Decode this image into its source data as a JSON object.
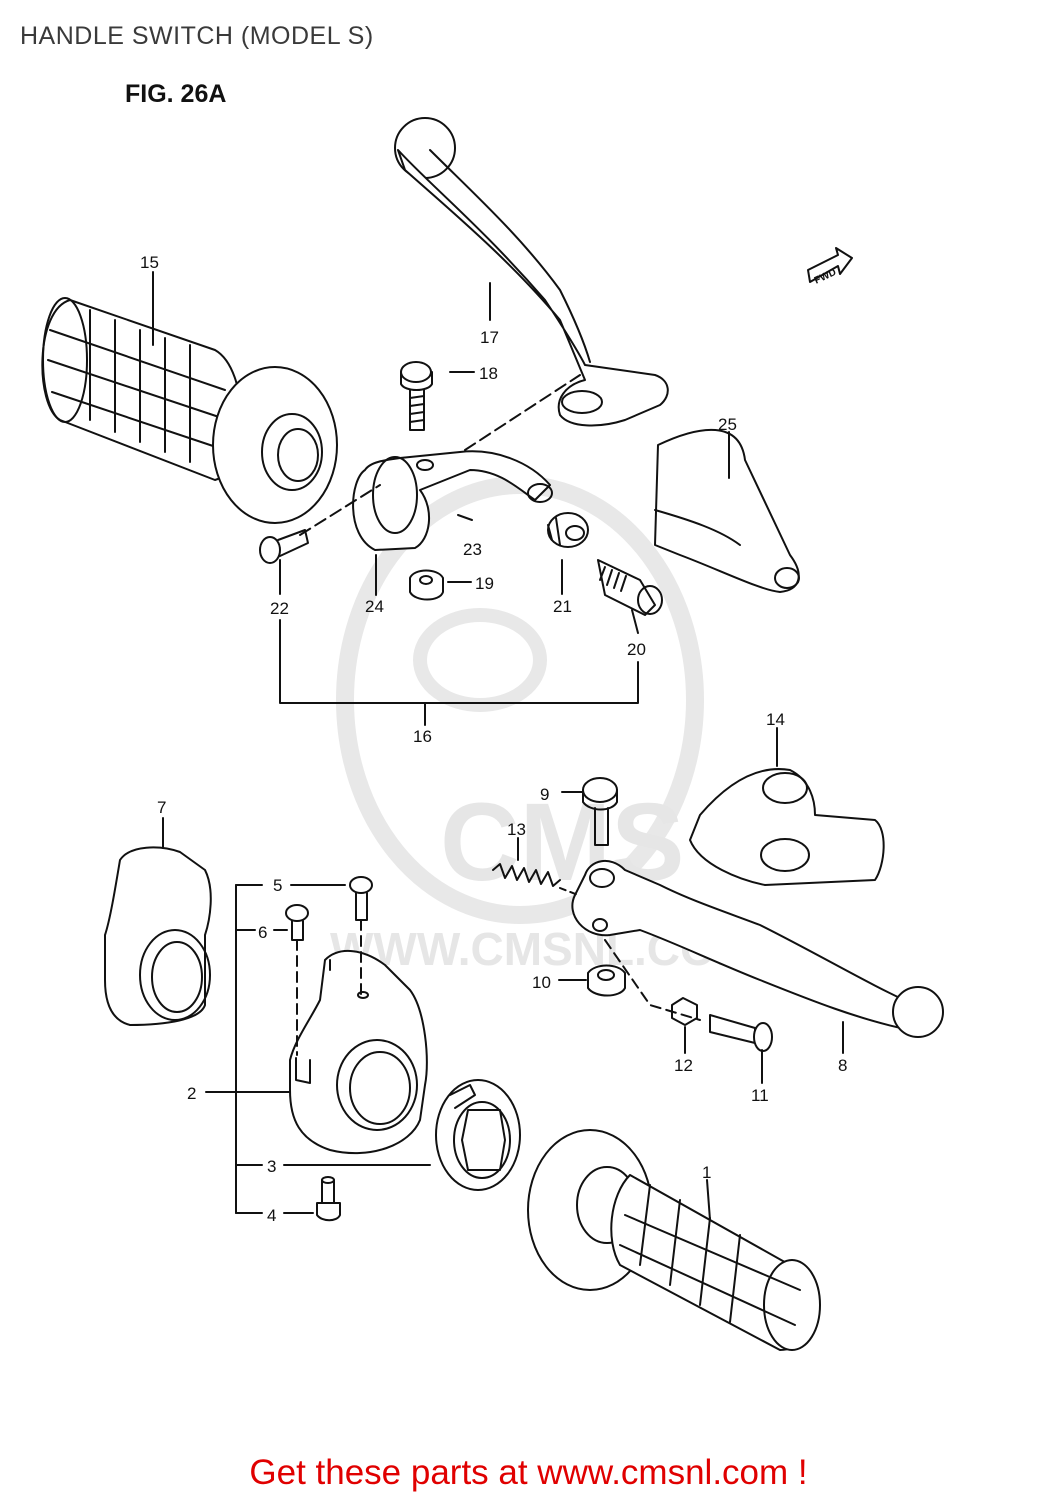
{
  "page": {
    "title": "HANDLE SWITCH (MODEL S)",
    "figure": "FIG. 26A",
    "fwd_marker": "FWD",
    "footer_text": "Get these parts at www.cmsnl.com !"
  },
  "watermark": {
    "logo_text": "CMS",
    "url_text": "WWW.CMSNL.COM"
  },
  "callouts": {
    "c1": "1",
    "c2": "2",
    "c3": "3",
    "c4": "4",
    "c5": "5",
    "c6": "6",
    "c7": "7",
    "c8": "8",
    "c9": "9",
    "c10": "10",
    "c11": "11",
    "c12": "12",
    "c13": "13",
    "c14": "14",
    "c15": "15",
    "c16": "16",
    "c17": "17",
    "c18": "18",
    "c19": "19",
    "c20": "20",
    "c21": "21",
    "c22": "22",
    "c23": "23",
    "c24": "24",
    "c25": "25"
  },
  "colors": {
    "line": "#111111",
    "watermark": "#e6e6e6",
    "footer": "#e00000"
  }
}
